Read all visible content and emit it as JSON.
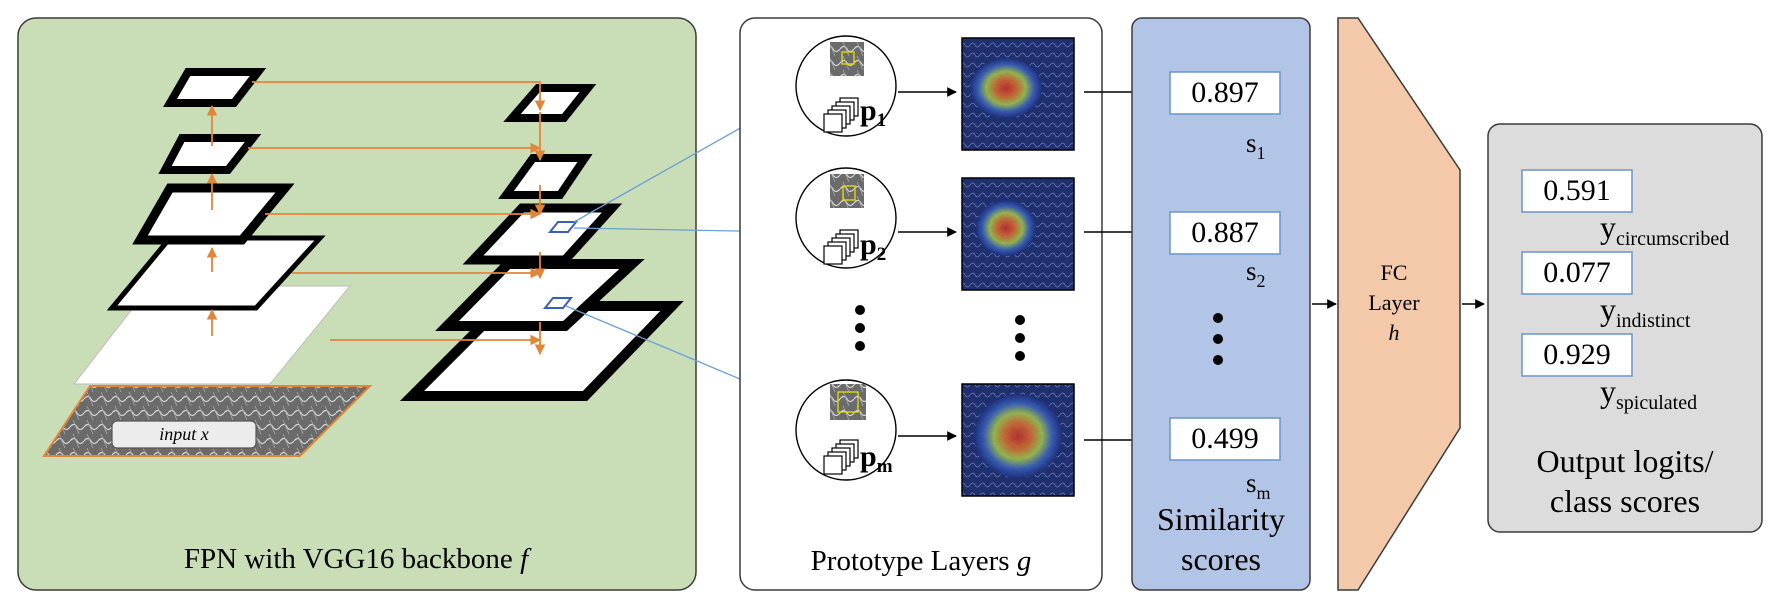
{
  "fpn": {
    "caption_prefix": "FPN with VGG16 backbone ",
    "caption_var": "f",
    "input_label": "input x",
    "panel_color": "#c9deb7"
  },
  "prototype": {
    "caption_prefix": "Prototype Layers ",
    "caption_var": "g",
    "prototypes": [
      {
        "letter": "p",
        "sub": "1"
      },
      {
        "letter": "p",
        "sub": "2"
      },
      {
        "letter": "p",
        "sub": "m"
      }
    ]
  },
  "similarity": {
    "caption_line1": "Similarity",
    "caption_line2": "scores",
    "panel_color": "#b3c5e6",
    "scores": [
      {
        "value": "0.897",
        "label": "s",
        "sub": "1"
      },
      {
        "value": "0.887",
        "label": "s",
        "sub": "2"
      },
      {
        "value": "0.499",
        "label": "s",
        "sub": "m"
      }
    ]
  },
  "fc": {
    "line1": "FC",
    "line2": "Layer",
    "var": "h",
    "color": "#f3c9a9"
  },
  "output": {
    "caption_line1": "Output logits/",
    "caption_line2": "class scores",
    "panel_color": "#dcdcdc",
    "items": [
      {
        "value": "0.591",
        "label": "y",
        "sub": "circumscribed"
      },
      {
        "value": "0.077",
        "label": "y",
        "sub": "indistinct"
      },
      {
        "value": "0.929",
        "label": "y",
        "sub": "spiculated"
      }
    ]
  },
  "colors": {
    "orange_arrow": "#e0863a",
    "blue_link": "#6a9ed4",
    "box_border": "#6a93c9"
  }
}
